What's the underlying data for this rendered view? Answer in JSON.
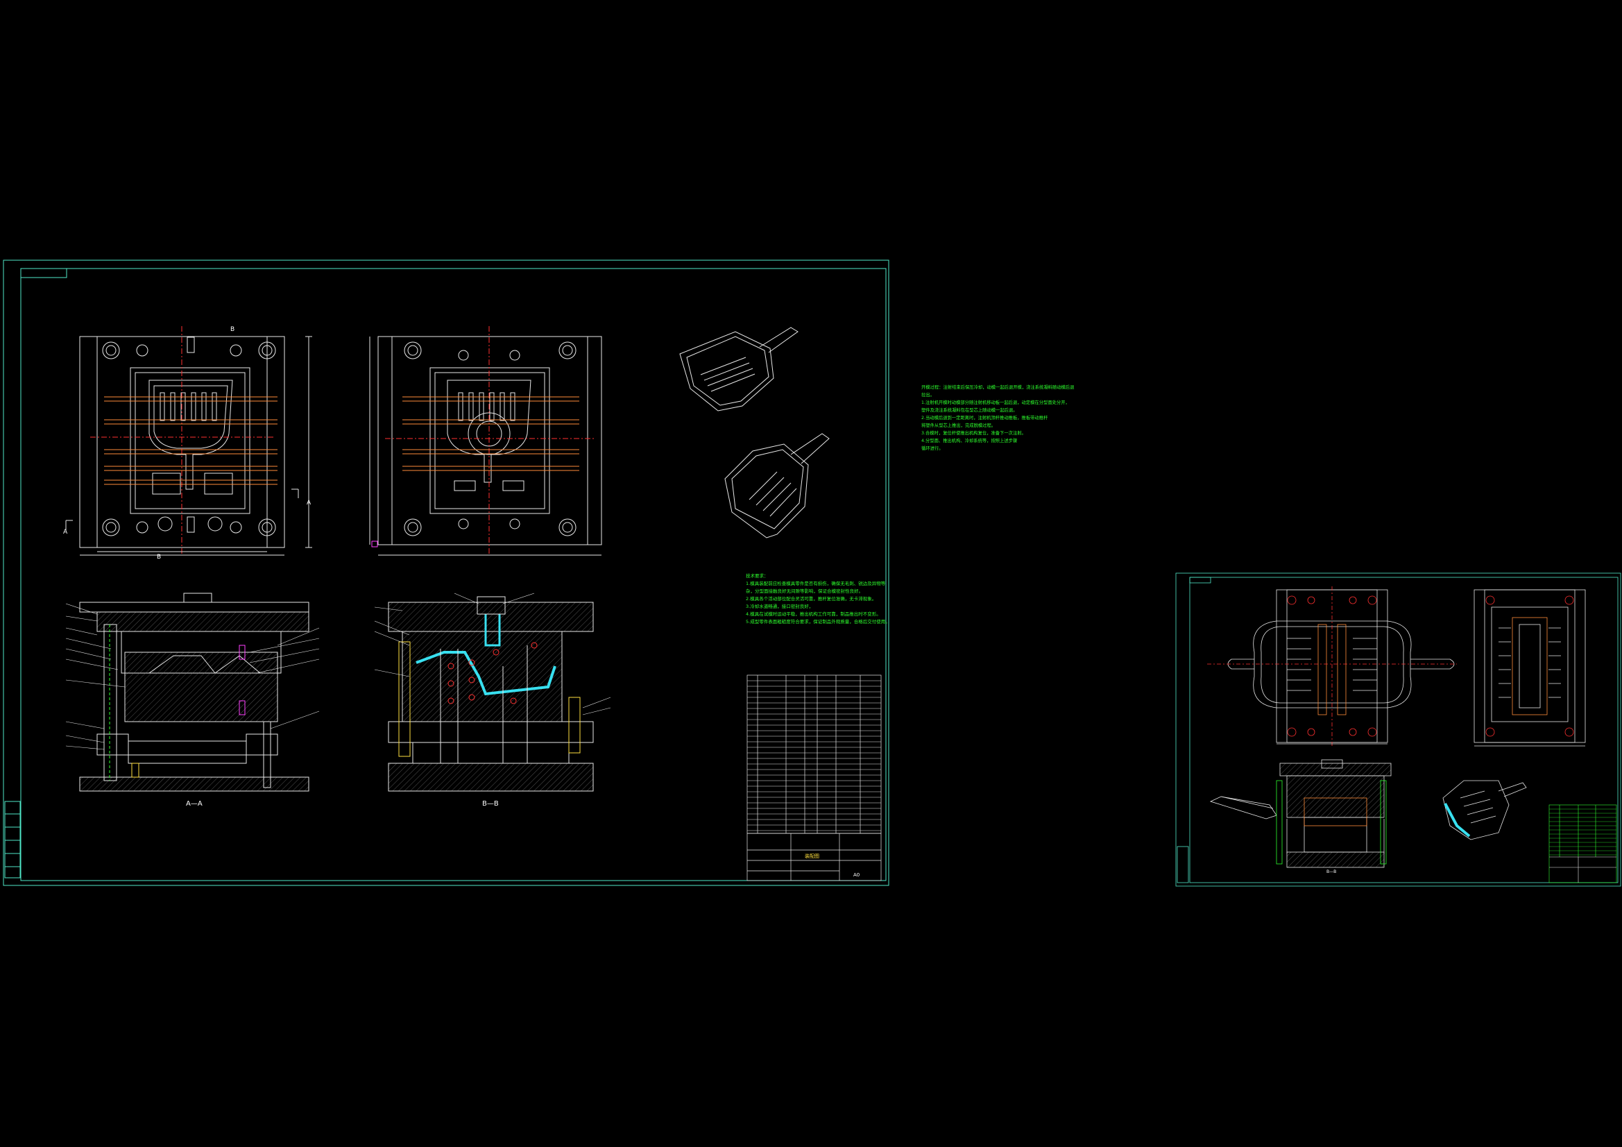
{
  "colors": {
    "background": "#000000",
    "frame": "#4fe8c8",
    "lines": "#e8e8e8",
    "green": "#2dff2d",
    "red": "#ff3030",
    "cyan": "#38e0f0",
    "orange": "#ff8c3a",
    "yellow": "#ffe040",
    "magenta": "#ff40ff"
  },
  "sheet_left": {
    "section_a_label": "A—A",
    "section_b_label": "B—B",
    "cut_a": "A",
    "cut_b": "B",
    "tech_title": "技术要求：",
    "tech_lines": [
      "1.模具装配前应检查模具零件是否有损伤，确保无毛刺、锐边及异物等",
      "杂，分型面接触良好无间隙等影响，保证合模密封性良好。",
      "2.模具各个活动部位配合灵活可靠，推杆复位准确，无卡滞现象。",
      "3.冷却水道畅通，接口密封良好，",
      "4.模具在试模时运动平稳，推出机构工作可靠，制品推出时不变形。",
      "5.成型零件表面粗糙度符合要求，保证制品外观质量，合格后交付使用。"
    ],
    "title_block_name": "装配图",
    "title_block_scale": "A0"
  },
  "middle_notes": [
    "开模过程：注射结束后保压冷却，动模一起后退开模，浇注系统凝料随动模后退",
    "拉出。",
    "1.注射机开模时动模部分随注射机移动板一起后退，动定模在分型面处分开，",
    "塑件及浇注系统凝料包在型芯上随动模一起后退。",
    "2.当动模后退到一定距离时，注射机顶杆推动推板，推板带动推杆",
    "将塑件从型芯上推出，完成脱模过程。",
    "3.合模时，复位杆使推出机构复位，准备下一次注射。",
    "4.分型面、推出机构、冷却系统等，按照上述步骤",
    "循环进行。"
  ],
  "sheet_right": {
    "section_label": "B—B"
  }
}
